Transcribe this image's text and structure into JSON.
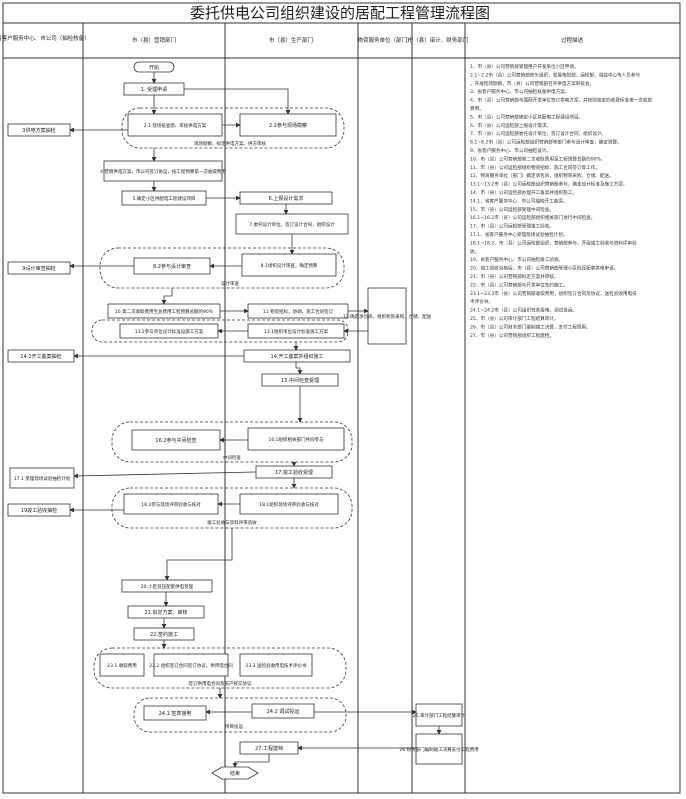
{
  "title": "委托供电公司组织建设的居配工程管理流程图",
  "lanes": {
    "l1": "省客户服务中心、市公司（抽检核备）",
    "l2": "市（县）营销部门",
    "l3": "市（县）生产部门",
    "l4": "物资服务单位（部门）",
    "l5": "市（县）审计、财务部门",
    "l6": "过程描述"
  },
  "nodes": {
    "start": "开始",
    "n1": "1. 受理申请",
    "n21": "2.1 现场核查勘、审核供电方案",
    "n22": "2.2参与现场勘察",
    "g2": "现场勘察、拟定供电方案、供方审核",
    "n3": "3供电方案抽检",
    "n4": "4.营销供电方案，市公司签订协议，按工程预算第一次收取费用",
    "n5": "5.确定小区供配电工程建设项目",
    "n6": "6.上报设计需求",
    "n7": "7.委托设计单位，签订设计合同，组织设计",
    "n9": "9设计审查抽检",
    "n82": "8.2参与设计审查",
    "n81": "8.1组织设计审查，确定预算",
    "g8": "设计审查",
    "n10": "10.第二次收取费用至总费用工程预算总额的90%",
    "n11": "11.物资招标，协调，施工合同签订",
    "n12": "12.确定承包商，组织物资采购、仓储、配送",
    "n132": "13.2参与单位设计标准设施工方案",
    "n131": "13.1组织单位设计标准施工方案",
    "n14": "14.开工备案并组织施工",
    "n141": "14.1开工备案抽检",
    "n15": "15.中间检查受理",
    "n162": "16.2参与中间检查",
    "n161": "16.1组织相关部门共同参与",
    "g16": "中间检查",
    "n17": "17.竣工验收受理",
    "n171": "17.1 受理现场试验抽检计划",
    "n182": "18.2参与现场评审验收与核对",
    "n181": "18.1组织现场评审验收与核对",
    "g18": "竣工验收与资料评审验收",
    "n19": "19竣工验收抽检",
    "n20": "20.小区低压配套供电受理",
    "n21b": "21.拟定方案、审核",
    "n22b": "22.签约施工",
    "n231": "23.1 收取费用",
    "n232": "23.2 组织签订合同签订协议，供用电合同",
    "n233": "23.3 送检验收用电技术评价书",
    "g23": "签订供用电合同及资产移交协议",
    "n241": "24.1 签表接电",
    "n242": "24.2 调试投运",
    "g24": "项目投运",
    "n25": "25.审计部门工程结算审计",
    "n26": "26.财务部门编制竣工决算支付工程费用",
    "n27": "27.工程建档",
    "end": "结束"
  },
  "description": [
    "1、市（县）公司营销部受理用户开发单位小区申请。",
    "2.1~2.2市（县）公司营销部牵头组织，发展策划部、运检部、调控中心等人员参与，开展现场勘察，市（县）公司营销部召开供电方案审核会。",
    "3、省客户服务中心、市公司抽检核备供电方案。",
    "4、市（县）公司营销部与国网开发单位签订供电方案，并按照核定的收费标准第一次收取费用。",
    "5、市（县）公司营销部确定小区供配电工程建设项目。",
    "6、市（县）公司运检部上报设计需求。",
    "7、市（县）公司运检部委托设计单位，签订设计合同，组织设计。",
    "8.1~8.2市（县）公司运检部组织营销部等部门参与设计审查，确定预算。",
    "9、省客户服务中心、市公司抽检设计。",
    "10、市（县）公司营销部第二次收取费用至工程预算总额的90%。",
    "11、市（县）公司运检部组织物资招标、施工合同签订等工作。",
    "12、物资服务单位（部门）确定承包商，组织物资采购、仓储、配送。",
    "13.1~13.2市（县）公司运检部组织营销部参与，确定设计标准及施工方案。",
    "14、市（县）公司运检部办理开工备案并组织施工。",
    "14.1、省客户服务中心、市公司抽检开工备案。",
    "15、市（县）公司运检部受理中间检查。",
    "16.1~16.2市（县）公司运检部组织相关部门进行中间检查。",
    "17、市（县）公司运检部受理竣工验收。",
    "17.1、省客户服务中心受理现场试验抽检计划。",
    "18.1~18.2、市（县）公司运检部组织，营销部参与，开展竣工验收与资料评审验收。",
    "19、省客户服务中心、市公司抽检竣工验收。",
    "20、竣工验收合格后，市（县）公司营销部受理小区低压配套供电申请。",
    "21、市（县）公司营销部拟定方案并审核。",
    "22、市（县）公司营销部与开发单位签约施工。",
    "23.1~23.3市（县）公司营销部收取费用，组织签订合同及协议，送检验收用电技术评价书。",
    "24.1~24.2市（县）公司组织签表接电、调试投运。",
    "25、市（县）公司审计部门工程结算审计。",
    "26、市（县）公司财务部门编制竣工决算，支付工程费用。",
    "27、市（县）公司营销部组织工程建档。"
  ]
}
